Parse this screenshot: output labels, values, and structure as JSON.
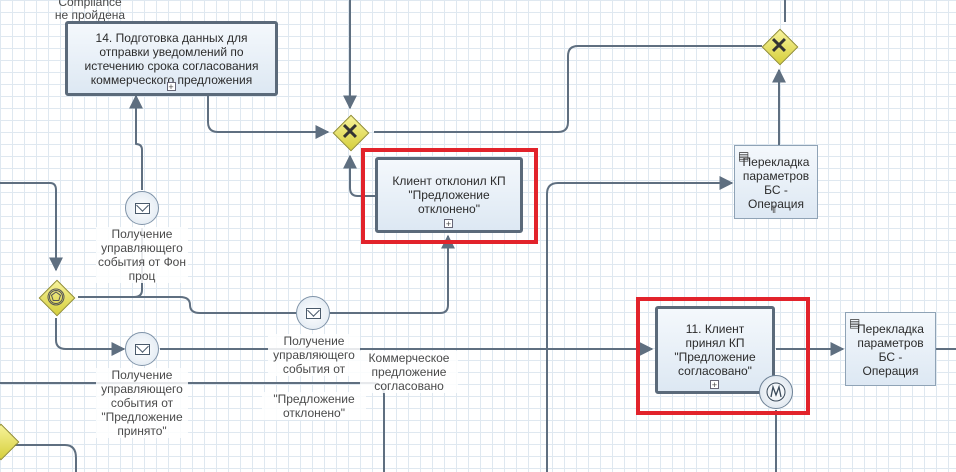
{
  "diagram": {
    "colors": {
      "highlight": "#e2232b",
      "gateway": "#f2ec80",
      "edge": "#5f6f80",
      "task": "#e8f0f8"
    },
    "top_label": "Compliance\nне пройдена",
    "tasks": {
      "t14": "14. Подготовка данных для отправки уведомлений по истечению срока согласования коммерческого предложения",
      "rejected": "Клиент отклонил КП \"Предложение отклонено\"",
      "t11": "11. Клиент принял КП  \"Предложение согласовано\"",
      "script1": "Перекладка параметров БС - Операция",
      "script2": "Перекладка параметров БС - Операция"
    },
    "events": {
      "msg1": "Получение управляющего события от Фон проц",
      "msg2": "Получение управляющего события от",
      "msg2_extra": "\"Предложение отклонено\"",
      "msg3": "Получение управляющего события от \"Предложение принято\""
    },
    "flow_labels": {
      "agreed": "Коммерческое предложение согласовано"
    },
    "icons": {
      "envelope": "envelope-icon",
      "gateway_x": "exclusive-gateway-icon",
      "gateway_pentagon": "event-based-gateway-icon",
      "script": "script-icon",
      "subprocess": "subprocess-plus-icon",
      "signal": "signal-boundary-icon"
    }
  }
}
